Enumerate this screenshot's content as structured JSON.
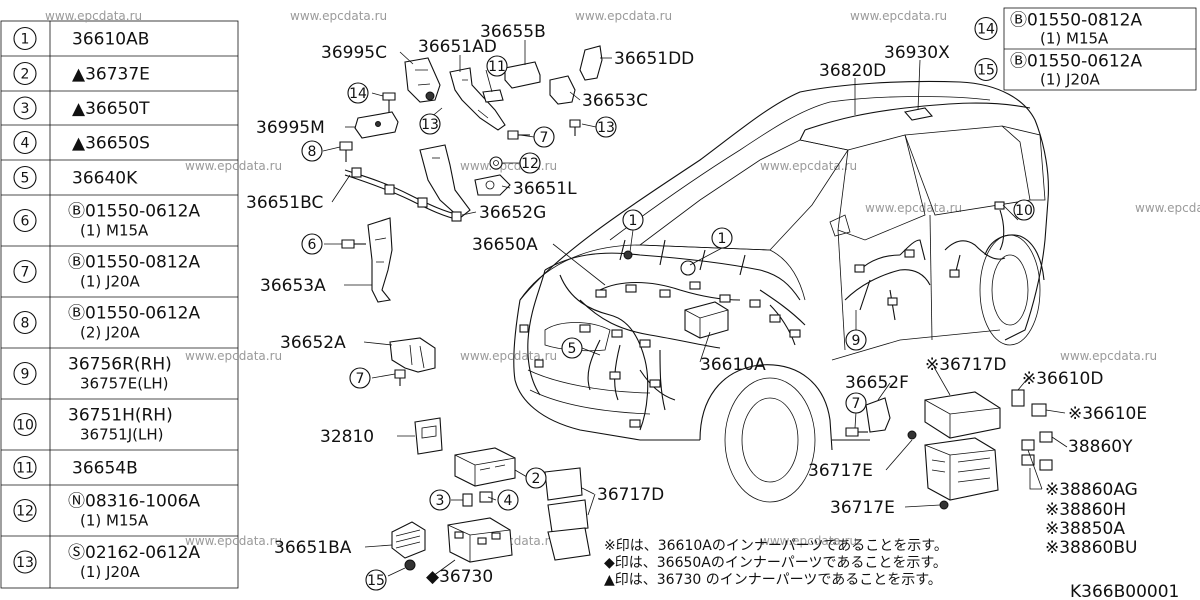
{
  "watermark": "www.epcdata.ru",
  "diagram_id": "K366B00001",
  "legend_left": [
    {
      "num": "1",
      "line1": "36610AB",
      "line2": ""
    },
    {
      "num": "2",
      "line1": "▲36737E",
      "line2": ""
    },
    {
      "num": "3",
      "line1": "▲36650T",
      "line2": ""
    },
    {
      "num": "4",
      "line1": "▲36650S",
      "line2": ""
    },
    {
      "num": "5",
      "line1": "36640K",
      "line2": ""
    },
    {
      "num": "6",
      "line1": "Ⓑ01550-0612A",
      "line2": "(1) M15A"
    },
    {
      "num": "7",
      "line1": "Ⓑ01550-0812A",
      "line2": "(1) J20A"
    },
    {
      "num": "8",
      "line1": "Ⓑ01550-0612A",
      "line2": "(2) J20A"
    },
    {
      "num": "9",
      "line1": "36756R(RH)",
      "line2": "36757E(LH)"
    },
    {
      "num": "10",
      "line1": "36751H(RH)",
      "line2": "36751J(LH)"
    },
    {
      "num": "11",
      "line1": "36654B",
      "line2": ""
    },
    {
      "num": "12",
      "line1": "Ⓝ08316-1006A",
      "line2": "(1) M15A"
    },
    {
      "num": "13",
      "line1": "Ⓢ02162-0612A",
      "line2": "(1) J20A"
    }
  ],
  "legend_right": [
    {
      "num": "14",
      "line1": "Ⓑ01550-0812A",
      "line2": "(1) M15A"
    },
    {
      "num": "15",
      "line1": "Ⓑ01550-0612A",
      "line2": "(1) J20A"
    }
  ],
  "part_labels": {
    "p36995C": "36995C",
    "p36651AD": "36651AD",
    "p36655B": "36655B",
    "p36651DD": "36651DD",
    "p36653C": "36653C",
    "p36995M": "36995M",
    "p36651L": "36651L",
    "p36651BC": "36651BC",
    "p36652G": "36652G",
    "p36650A": "36650A",
    "p36653A": "36653A",
    "p36652A": "36652A",
    "p36610A": "36610A",
    "p36820D": "36820D",
    "p36930X": "36930X",
    "p36652F": "36652F",
    "p36717D_r": "※36717D",
    "p36610D": "※36610D",
    "p36610E": "※36610E",
    "p38860Y": "38860Y",
    "p36717E_a": "36717E",
    "p36717E_b": "36717E",
    "p38860AG": "※38860AG",
    "p38860H": "※38860H",
    "p38850A": "※38850A",
    "p38860BU": "※38860BU",
    "p32810": "32810",
    "p36717D_l": "36717D",
    "p36651BA": "36651BA",
    "p36730": "◆36730"
  },
  "callouts": {
    "c14a": "14",
    "c11": "11",
    "c13a": "13",
    "c7a": "7",
    "c13b": "13",
    "c8": "8",
    "c12": "12",
    "c6": "6",
    "c1a": "1",
    "c1b": "1",
    "c5": "5",
    "c7b": "7",
    "c10": "10",
    "c9": "9",
    "c7c": "7",
    "c2": "2",
    "c3": "3",
    "c4": "4",
    "c15": "15"
  },
  "notes": [
    "※印は、36610Aのインナーパーツであることを示す。",
    "◆印は、36650Aのインナーパーツであることを示す。",
    "▲印は、36730 のインナーパーツであることを示す。"
  ]
}
